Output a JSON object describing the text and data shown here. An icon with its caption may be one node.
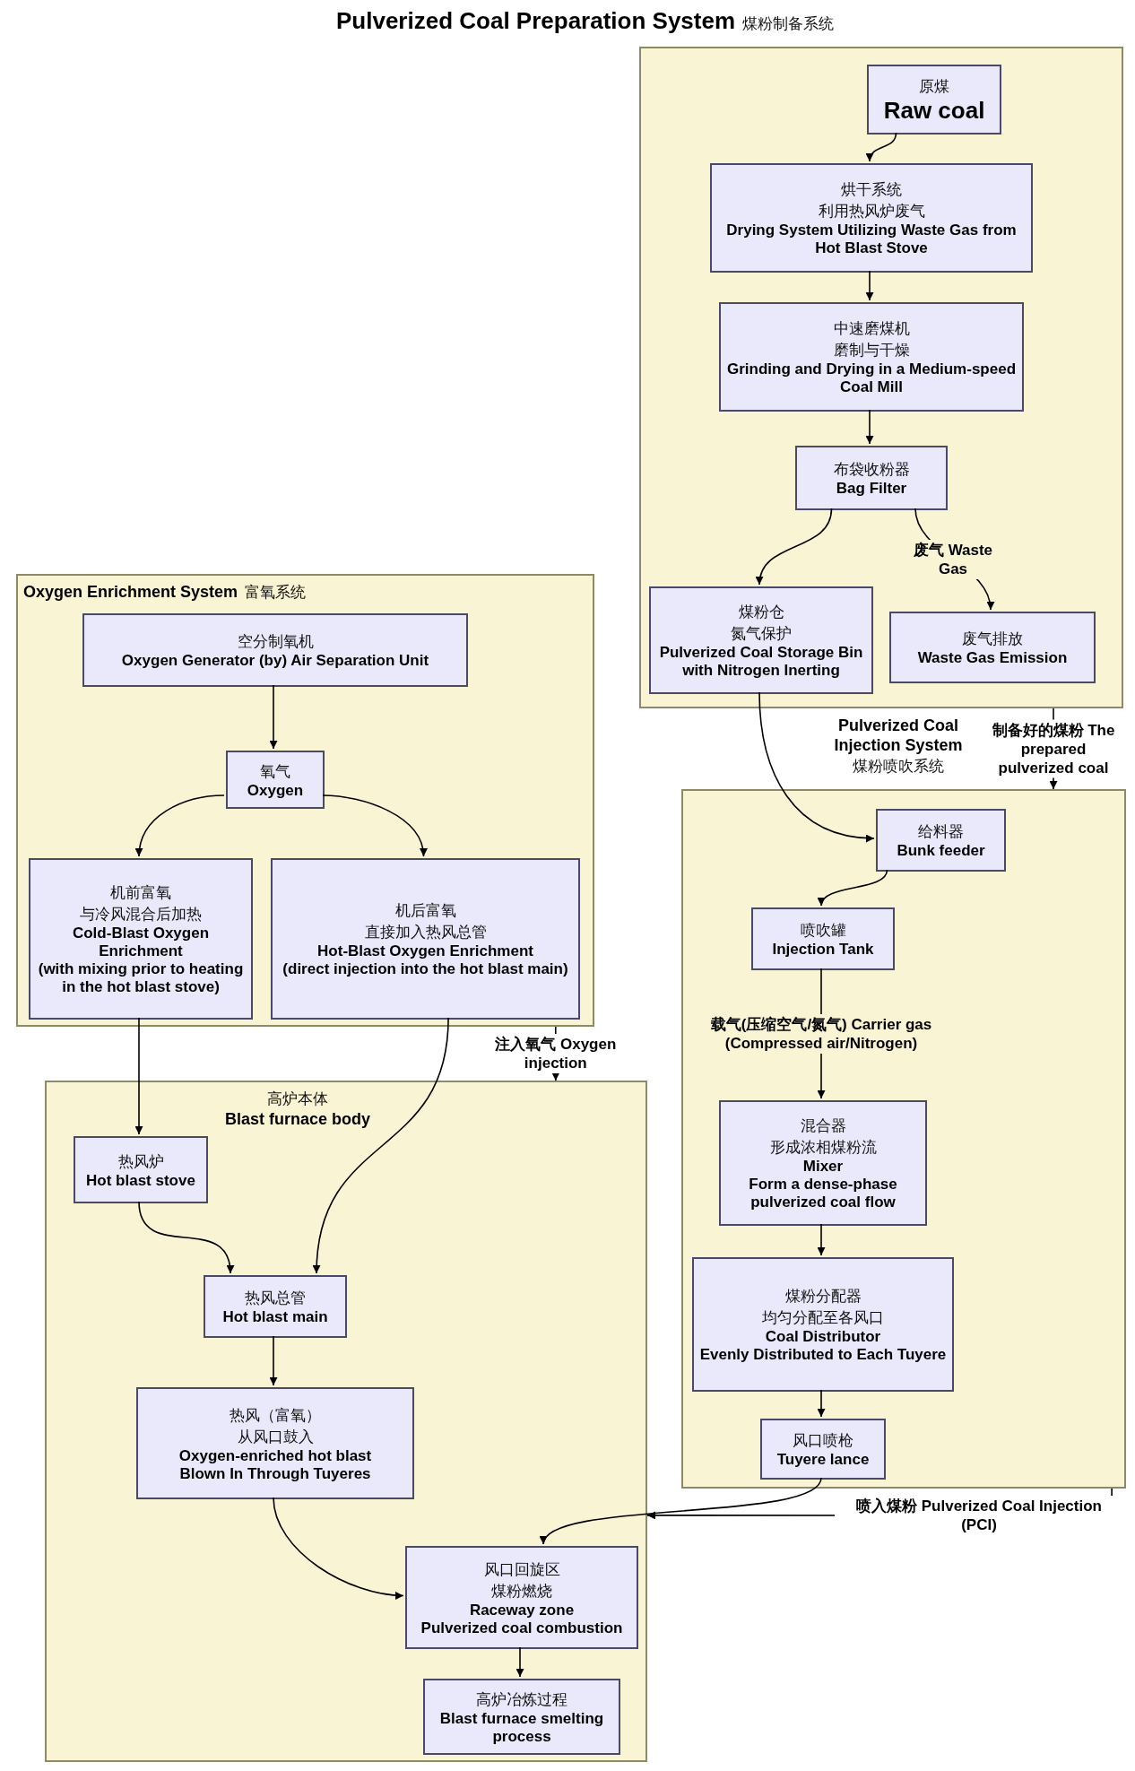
{
  "diagram": {
    "nodes": [
      {
        "text": [
          "Pulverized Coal Preparation System",
          "煤粉制备系统"
        ]
      },
      {
        "text": [
          "原煤",
          "Raw coal"
        ],
        "in": 0
      },
      {
        "text": [
          "烘干系统",
          "利用热风炉废气",
          "Drying System Utilizing Waste Gas from Hot Blast Stove"
        ],
        "in": 0
      },
      {
        "text": [
          "中速磨煤机",
          "磨制与干燥",
          "Grinding and Drying in a Medium-speed Coal Mill"
        ],
        "in": 0
      },
      {
        "text": [
          "布袋收粉器",
          "Bag Filter"
        ],
        "in": 0
      },
      {
        "text": [
          "煤粉仓",
          "氮气保护",
          "Pulverized Coal Storage Bin with Nitrogen Inerting"
        ],
        "in": 0
      },
      {
        "text": [
          "废气排放",
          "Waste Gas Emission"
        ],
        "in": 0
      },
      {
        "text": [
          "Oxygen Enrichment System",
          "富氧系统"
        ]
      },
      {
        "text": [
          "空分制氧机",
          "Oxygen Generator (by) Air Separation Unit"
        ],
        "in": 7
      },
      {
        "text": [
          "氧气",
          "Oxygen"
        ],
        "in": 7
      },
      {
        "text": [
          "机前富氧",
          "与冷风混合后加热",
          "Cold-Blast Oxygen Enrichment",
          "(with mixing prior to heating in the hot blast stove)"
        ],
        "in": 7
      },
      {
        "text": [
          "机后富氧",
          "直接加入热风总管",
          "Hot-Blast Oxygen Enrichment",
          "(direct injection into the hot blast main)"
        ],
        "in": 7
      },
      {
        "text": [
          "Pulverized Coal Injection System",
          "煤粉喷吹系统"
        ]
      },
      {
        "text": [
          "给料器",
          "Bunk feeder"
        ],
        "in": 12
      },
      {
        "text": [
          "喷吹罐",
          "Injection Tank"
        ],
        "in": 12
      },
      {
        "text": [
          "混合器",
          "形成浓相煤粉流",
          "Mixer",
          "Form a dense-phase pulverized coal flow"
        ],
        "in": 12
      },
      {
        "text": [
          "煤粉分配器",
          "均匀分配至各风口",
          "Coal Distributor",
          "Evenly Distributed to Each Tuyere"
        ],
        "in": 12
      },
      {
        "text": [
          "风口喷枪",
          "Tuyere lance"
        ],
        "in": 12
      },
      {
        "text": [
          "高炉本体",
          "Blast furnace body"
        ]
      },
      {
        "text": [
          "热风炉",
          "Hot blast stove"
        ],
        "in": 18
      },
      {
        "text": [
          "热风总管",
          "Hot blast main"
        ],
        "in": 18
      },
      {
        "text": [
          "热风（富氧）",
          "从风口鼓入",
          "Oxygen-enriched hot blast",
          "Blown In Through Tuyeres"
        ],
        "in": 18
      },
      {
        "text": [
          "风口回旋区",
          "煤粉燃烧",
          "Raceway zone",
          "Pulverized coal combustion"
        ],
        "in": 18
      },
      {
        "text": [
          "高炉冶炼过程",
          "Blast furnace smelting process"
        ],
        "in": 18
      }
    ],
    "edges": [
      {
        "from": 1,
        "to": 2,
        "arrow": "to"
      },
      {
        "from": 2,
        "to": 3,
        "arrow": "to"
      },
      {
        "from": 3,
        "to": 4,
        "arrow": "to"
      },
      {
        "from": 4,
        "to": 5,
        "arrow": "to"
      },
      {
        "from": 4,
        "to": 6,
        "arrow": "to",
        "label": "废气 Waste Gas"
      },
      {
        "from": 5,
        "to": 13,
        "arrow": "to"
      },
      {
        "from": 0,
        "to": 12,
        "arrow": "to",
        "label": "制备好的煤粉 The prepared pulverized coal"
      },
      {
        "from": 8,
        "to": 9,
        "arrow": "to"
      },
      {
        "from": 9,
        "to": 10,
        "arrow": "to"
      },
      {
        "from": 9,
        "to": 11,
        "arrow": "to"
      },
      {
        "from": 10,
        "to": 19,
        "arrow": "to"
      },
      {
        "from": 11,
        "to": 20,
        "arrow": "to"
      },
      {
        "from": 7,
        "to": 18,
        "arrow": "to",
        "label": "注入氧气 Oxygen injection"
      },
      {
        "from": 13,
        "to": 14,
        "arrow": "to"
      },
      {
        "from": 14,
        "to": 15,
        "arrow": "to",
        "label": "载气(压缩空气/氮气) Carrier gas (Compressed air/Nitrogen)"
      },
      {
        "from": 15,
        "to": 16,
        "arrow": "to"
      },
      {
        "from": 16,
        "to": 17,
        "arrow": "to"
      },
      {
        "from": 17,
        "to": 22,
        "arrow": "to"
      },
      {
        "from": 12,
        "to": 18,
        "arrow": "to",
        "label": "喷入煤粉 Pulverized Coal Injection (PCI)"
      },
      {
        "from": 19,
        "to": 20,
        "arrow": "to"
      },
      {
        "from": 20,
        "to": 21,
        "arrow": "to"
      },
      {
        "from": 21,
        "to": 22,
        "arrow": "to"
      },
      {
        "from": 22,
        "to": 23,
        "arrow": "to"
      }
    ]
  }
}
